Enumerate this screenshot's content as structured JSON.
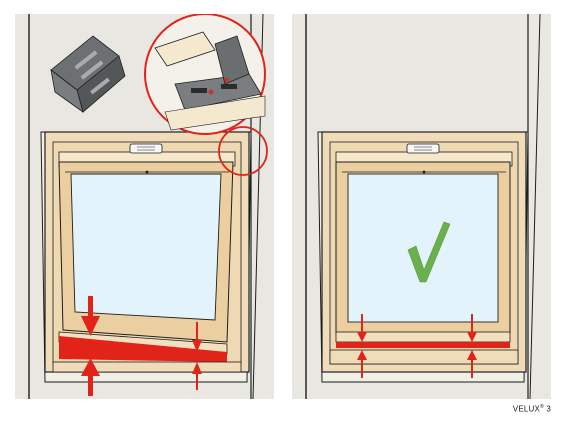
{
  "footer": {
    "brand": "VELUX",
    "reg": "®",
    "page_number": "3"
  },
  "colors": {
    "wall": "#e8e7e1",
    "reveal": "#f1efe6",
    "frame_wood": "#f0dcb8",
    "glass": "#e2f3fb",
    "gap_highlight": "#e2231a",
    "arrow": "#e2231a",
    "checkmark": "#6ab04c",
    "clip": "#5f6264"
  },
  "panels": [
    {
      "state": "incorrect",
      "note_icon": "bracket-detail-icon"
    },
    {
      "state": "correct",
      "note_icon": "checkmark-icon"
    }
  ]
}
